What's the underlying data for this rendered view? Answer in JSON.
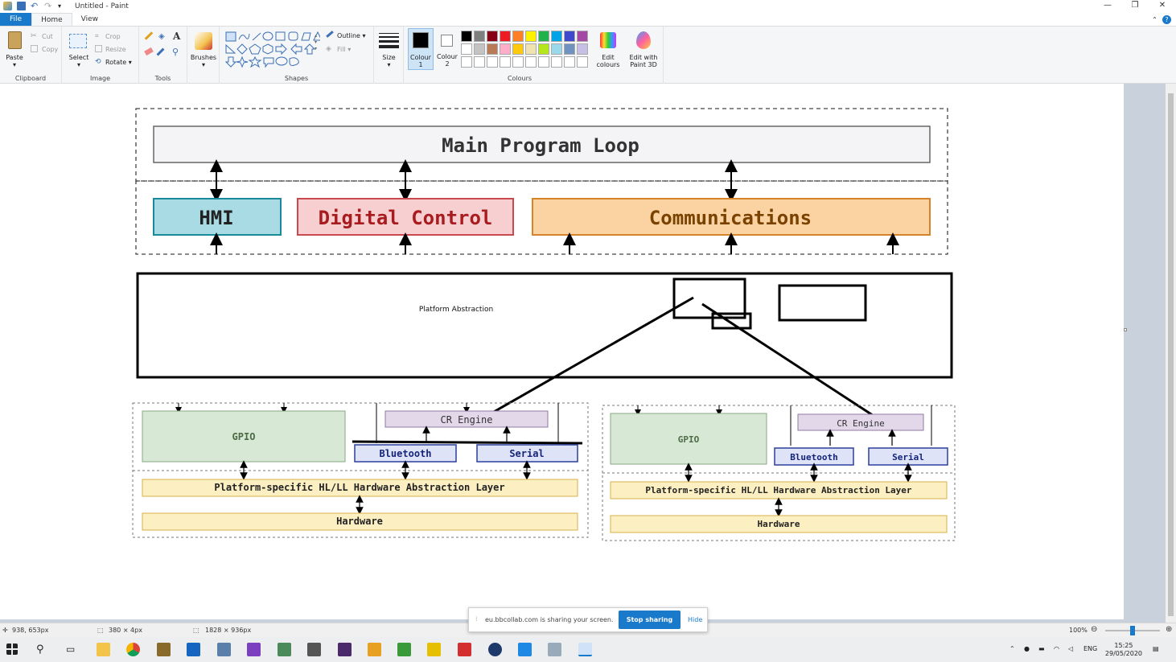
{
  "window": {
    "title": "Untitled - Paint",
    "controls": [
      "—",
      "❐",
      "✕"
    ]
  },
  "tabs": [
    {
      "label": "File"
    },
    {
      "label": "Home"
    },
    {
      "label": "View"
    }
  ],
  "ribbon": {
    "clipboard": {
      "paste": "Paste",
      "cut": "Cut",
      "copy": "Copy",
      "group": "Clipboard"
    },
    "image": {
      "select": "Select",
      "crop": "Crop",
      "resize": "Resize",
      "rotate": "Rotate ▾",
      "group": "Image"
    },
    "tools": {
      "group": "Tools"
    },
    "brushes": {
      "label": "Brushes"
    },
    "shapes": {
      "outline": "Outline ▾",
      "fill": "Fill ▾",
      "group": "Shapes"
    },
    "size": {
      "label": "Size"
    },
    "colour1": {
      "label1": "Colour",
      "label2": "1"
    },
    "colour2": {
      "label1": "Colour",
      "label2": "2"
    },
    "colours": {
      "group": "Colours",
      "edit1": "Edit",
      "edit2": "colours"
    },
    "paint3d": {
      "label1": "Edit with",
      "label2": "Paint 3D"
    },
    "palette": [
      "#000000",
      "#7f7f7f",
      "#880015",
      "#ed1c24",
      "#ff7f27",
      "#fff200",
      "#22b14c",
      "#00a2e8",
      "#3f48cc",
      "#a349a4",
      "#ffffff",
      "#c3c3c3",
      "#b97a57",
      "#ffaec9",
      "#ffc90e",
      "#efe4b0",
      "#b5e61d",
      "#99d9ea",
      "#7092be",
      "#c8bfe7"
    ]
  },
  "diagram": {
    "main_loop": "Main Program Loop",
    "hmi": "HMI",
    "digital_control": "Digital Control",
    "communications": "Communications",
    "platform_abstraction": "Platform Abstraction",
    "left": {
      "gpio": "GPIO",
      "cr_engine": "CR Engine",
      "bluetooth": "Bluetooth",
      "serial": "Serial",
      "hal": "Platform-specific HL/LL Hardware Abstraction Layer",
      "hardware": "Hardware"
    },
    "right": {
      "gpio": "GPIO",
      "cr_engine": "CR Engine",
      "bluetooth": "Bluetooth",
      "serial": "Serial",
      "hal": "Platform-specific HL/LL Hardware Abstraction Layer",
      "hardware": "Hardware"
    }
  },
  "status": {
    "cursor": "938, 653px",
    "selection": "380 × 4px",
    "canvas_size": "1828 × 936px",
    "zoom": "100%"
  },
  "share_bar": {
    "message": "eu.bbcollab.com is sharing your screen.",
    "stop": "Stop sharing",
    "hide": "Hide"
  },
  "taskbar": {
    "lang": "ENG",
    "time": "15:25",
    "date": "29/05/2020"
  }
}
